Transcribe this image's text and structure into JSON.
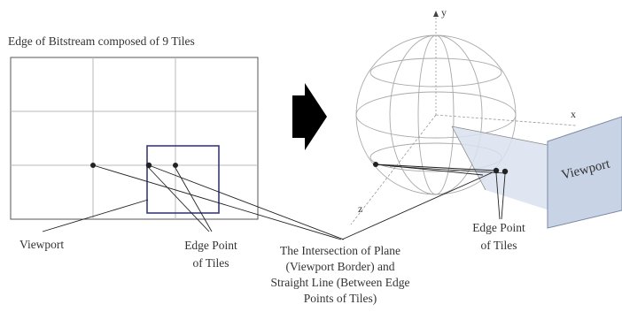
{
  "colors": {
    "background": "#ffffff",
    "grid_line": "#b8b8b8",
    "frame_line": "#555555",
    "viewport_box": "#3a3a7a",
    "viewport_fill": "#c8d3e6",
    "pointer_line": "#222222",
    "arrow": "#000000"
  },
  "left_panel": {
    "title": "Edge of Bitstream composed of 9 Tiles",
    "label_viewport": "Viewport",
    "label_edge_point_lines": [
      "Edge Point",
      "of Tiles"
    ]
  },
  "right_panel": {
    "axis_y": "y",
    "axis_x": "x",
    "axis_z": "z",
    "viewport_plane_label": "Viewport",
    "label_edge_point_lines": [
      "Edge Point",
      "of Tiles"
    ]
  },
  "bottom_caption": {
    "lines": [
      "The Intersection of Plane",
      "(Viewport Border) and",
      "Straight Line (Between Edge",
      "Points of Tiles)"
    ]
  },
  "icons": {
    "transform_arrow": "right-arrow-icon"
  }
}
